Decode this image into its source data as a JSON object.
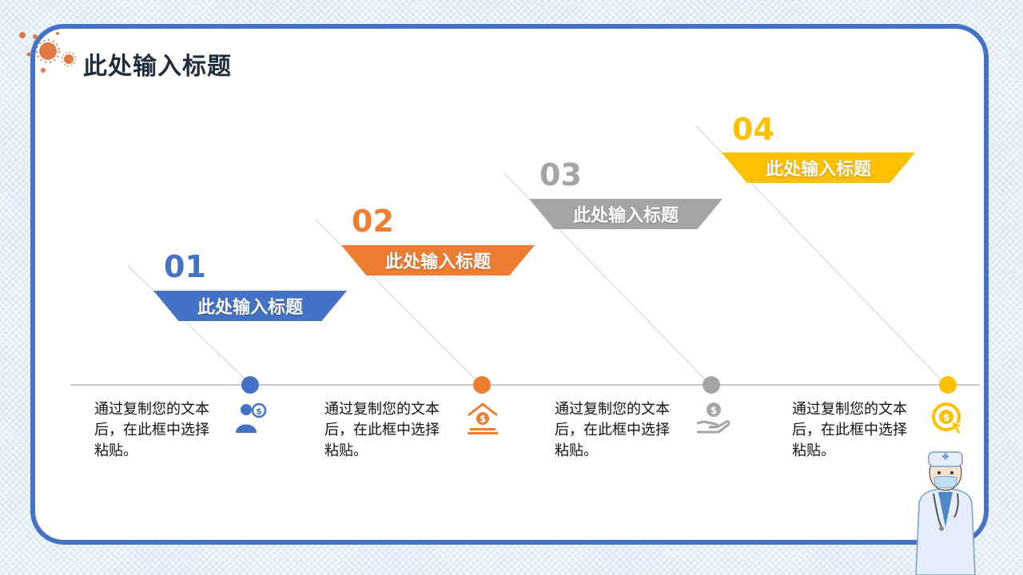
{
  "slide": {
    "title": "此处输入标题"
  },
  "colors": {
    "frame": "#4472c4",
    "step1": "#4472c4",
    "step2": "#ed7d31",
    "step3": "#a5a5a5",
    "step4": "#ffc000"
  },
  "steps": [
    {
      "number": "01",
      "heading": "此处输入标题",
      "text": "通过复制您的文本后，在此框中选择粘贴。",
      "icon": "person-dollar-icon"
    },
    {
      "number": "02",
      "heading": "此处输入标题",
      "text": "通过复制您的文本后，在此框中选择粘贴。",
      "icon": "bank-dollar-icon"
    },
    {
      "number": "03",
      "heading": "此处输入标题",
      "text": "通过复制您的文本后，在此框中选择粘贴。",
      "icon": "hand-coin-icon"
    },
    {
      "number": "04",
      "heading": "此处输入标题",
      "text": "通过复制您的文本后，在此框中选择粘贴。",
      "icon": "coin-click-icon"
    }
  ]
}
